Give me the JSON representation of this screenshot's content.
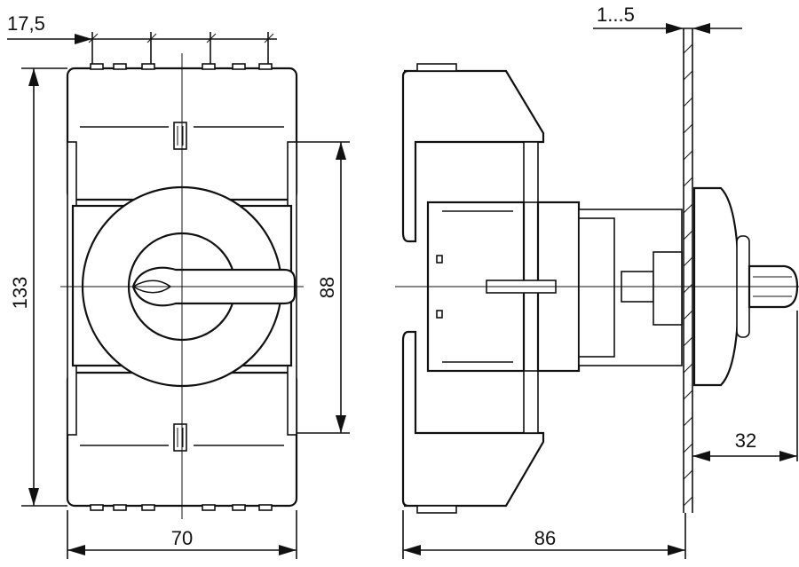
{
  "dimensions": {
    "segment_width": "17,5",
    "panel_thickness": "1...5",
    "total_height": "133",
    "mounting_height": "88",
    "front_width": "70",
    "depth": "86",
    "knob_projection": "32"
  }
}
